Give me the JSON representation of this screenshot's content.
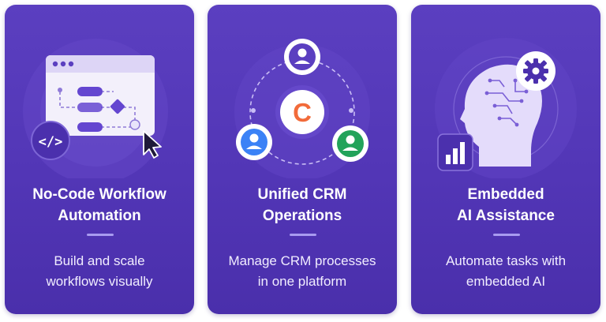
{
  "cards": [
    {
      "title_line1": "No-Code Workflow",
      "title_line2": "Automation",
      "desc_line1": "Build and scale",
      "desc_line2": "workflows visually",
      "badge_icon": "code-icon",
      "cursor_icon": "cursor-icon"
    },
    {
      "title_line1": "Unified CRM",
      "title_line2": "Operations",
      "desc_line1": "Manage CRM processes",
      "desc_line2": "in one platform",
      "center_logo": "C",
      "logo_color": "#f26b3a",
      "user_colors": [
        "#5b3fc0",
        "#3b82f6",
        "#22a35a"
      ]
    },
    {
      "title_line1": "Embedded",
      "title_line2": "AI Assistance",
      "desc_line1": "Automate tasks with",
      "desc_line2": "embedded AI",
      "gear_icon": "gear-icon",
      "chart_icon": "bar-chart-icon"
    }
  ],
  "colors": {
    "card_bg": "#5b3fc0",
    "divider": "#a89bf0",
    "text": "#ffffff"
  }
}
